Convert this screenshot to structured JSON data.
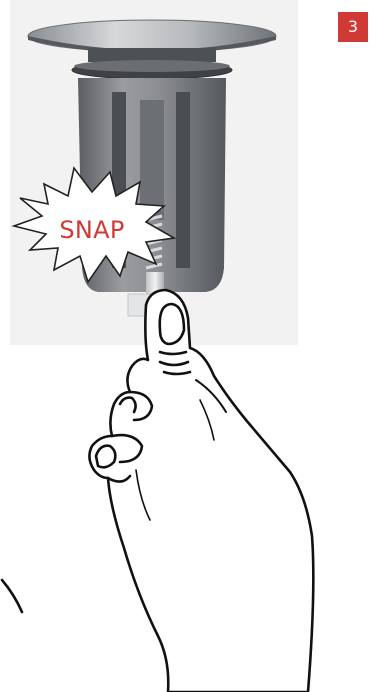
{
  "step_badge": {
    "number": "3",
    "color": "#d13a34"
  },
  "illustration": {
    "burst_text": "SNAP",
    "burst_text_color": "#d13a34",
    "icons": [
      "drain-plug-illustration",
      "hand-illustration",
      "snap-burst-icon"
    ]
  }
}
